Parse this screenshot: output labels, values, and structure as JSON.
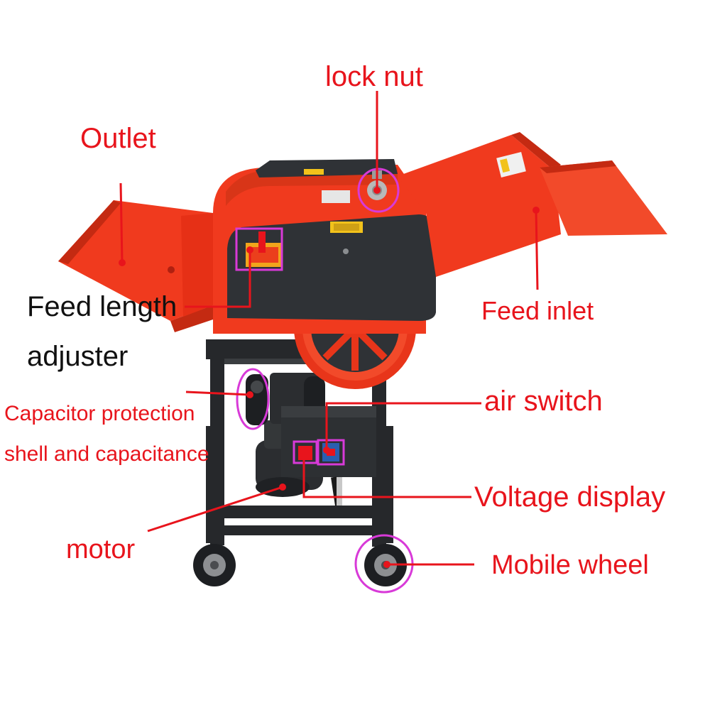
{
  "labels": {
    "lock_nut": "lock nut",
    "outlet": "Outlet",
    "feed_length_line1": "Feed length",
    "feed_length_line2": "adjuster",
    "feed_inlet": "Feed inlet",
    "air_switch": "air switch",
    "capacitor_line1": "Capacitor protection",
    "capacitor_line2": "shell and capacitance",
    "voltage_display": "Voltage display",
    "motor": "motor",
    "mobile_wheel": "Mobile wheel"
  },
  "colors": {
    "label_red": "#e8141c",
    "label_black": "#111111",
    "machine_red": "#f03a1e",
    "machine_red_dark": "#c42a12",
    "housing_gray": "#2f3236",
    "frame_black": "#26282b",
    "highlight_magenta": "#d83ad8"
  }
}
